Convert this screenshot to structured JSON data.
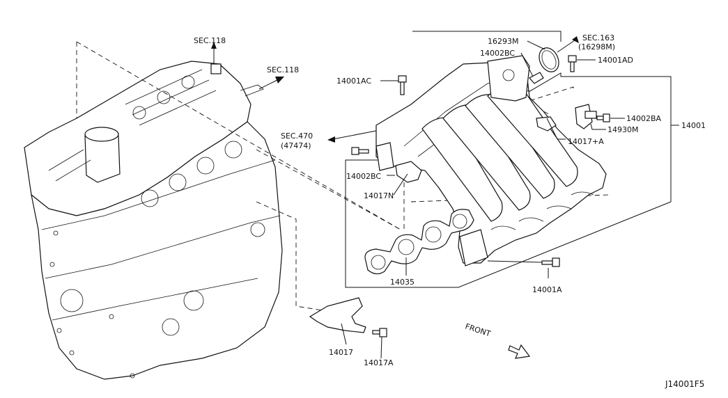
{
  "labels": {
    "sec118_a": "SEC.118",
    "sec118_b": "SEC.118",
    "sec163": "SEC.163",
    "sec163_sub": "(16298M)",
    "sec470": "SEC.470",
    "sec470_sub": "(47474)",
    "p16293M": "16293M",
    "p14002BC_top": "14002BC",
    "p14001AD": "14001AD",
    "p14001AC": "14001AC",
    "p14002BA": "14002BA",
    "p14930M": "14930M",
    "p14001": "14001",
    "p14017A_plus": "14017+A",
    "p14002BC_left": "14002BC",
    "p14017N": "14017N",
    "p14035": "14035",
    "p14001A": "14001A",
    "p14017": "14017",
    "p14017A": "14017A",
    "front": "FRONT",
    "diagram_id": "J14001F5"
  }
}
